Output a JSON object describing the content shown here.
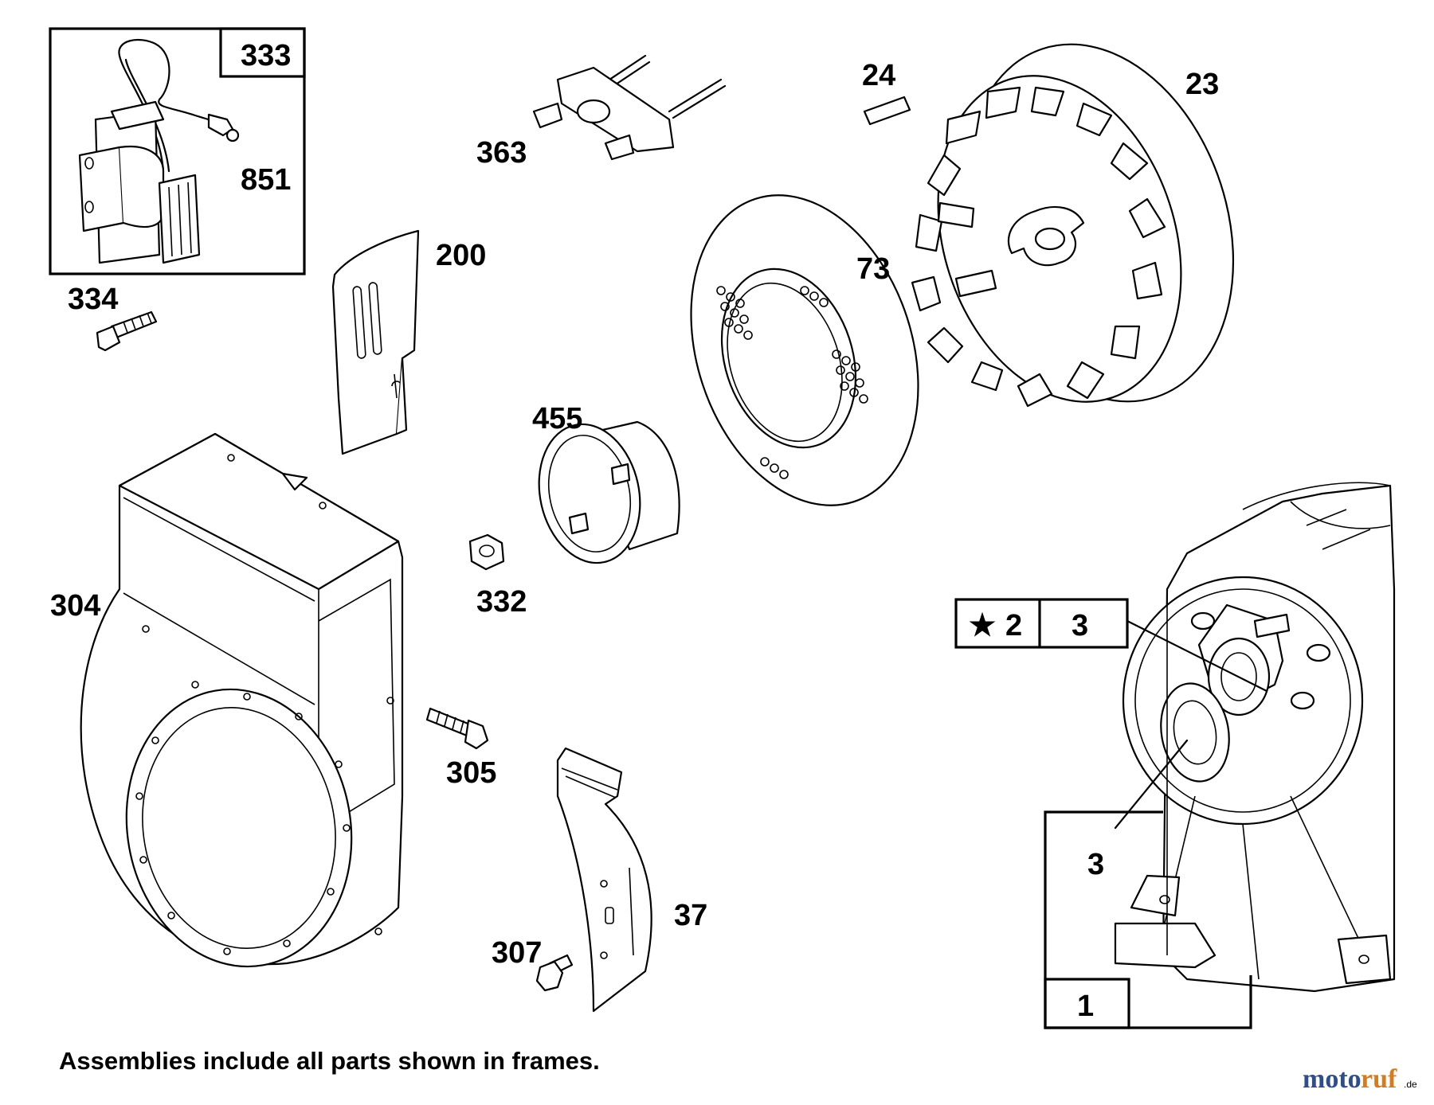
{
  "labels": {
    "p333": "333",
    "p851": "851",
    "p334": "334",
    "p363": "363",
    "p24": "24",
    "p23": "23",
    "p200": "200",
    "p73": "73",
    "p455": "455",
    "p332": "332",
    "p304": "304",
    "p305": "305",
    "p37": "37",
    "p307": "307",
    "star_ref": "2",
    "ref_box_3": "3",
    "ref_3": "3",
    "ref_1": "1"
  },
  "symbols": {
    "star": "★"
  },
  "note": "Assemblies include all parts shown in frames.",
  "watermark": {
    "brand_a": "moto",
    "brand_b": "ruf",
    "tld": ".de",
    "color_a": "#2e4d8f",
    "color_b": "#d87a1e"
  },
  "colors": {
    "ink": "#000000",
    "paper": "#ffffff"
  }
}
